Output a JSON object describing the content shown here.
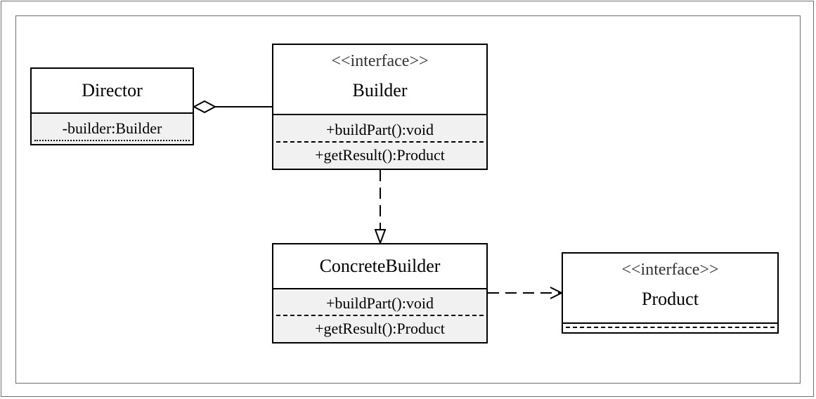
{
  "diagram": {
    "director": {
      "name": "Director",
      "attribute": "-builder:Builder"
    },
    "builder": {
      "stereotype": "<<interface>>",
      "name": "Builder",
      "method_1": "+buildPart():void",
      "method_2": "+getResult():Product"
    },
    "concrete_builder": {
      "name": "ConcreteBuilder",
      "method_1": "+buildPart():void",
      "method_2": "+getResult():Product"
    },
    "product": {
      "stereotype": "<<interface>>",
      "name": "Product"
    },
    "relationships": [
      {
        "type": "aggregation",
        "from": "Director",
        "to": "Builder"
      },
      {
        "type": "realization",
        "from": "ConcreteBuilder",
        "to": "Builder"
      },
      {
        "type": "dependency",
        "from": "ConcreteBuilder",
        "to": "Product"
      }
    ]
  }
}
